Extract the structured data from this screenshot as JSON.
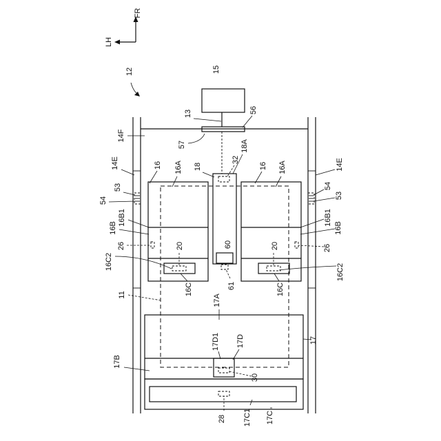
{
  "orientation": {
    "forward": "FR",
    "left": "LH"
  },
  "labels": {
    "l12": "12",
    "l15": "15",
    "l13": "13",
    "l56": "56",
    "l57": "57",
    "l14F": "14F",
    "l18": "18",
    "l32": "32",
    "l18A": "18A",
    "l14E_left": "14E",
    "l14E_right": "14E",
    "l16_left": "16",
    "l16A_left": "16A",
    "l16_right": "16",
    "l16A_right": "16A",
    "l53_left": "53",
    "l54_left": "54",
    "l54_right": "54",
    "l53_right": "53",
    "l16B1_left": "16B1",
    "l16B_left": "16B",
    "l16B1_right": "16B1",
    "l16B_right": "16B",
    "l26_left": "26",
    "l26_right": "26",
    "l16C2_left": "16C2",
    "l16C2_right": "16C2",
    "l20_left": "20",
    "l20_right": "20",
    "l60": "60",
    "l61": "61",
    "l16C_left": "16C",
    "l16C_right": "16C",
    "l11": "11",
    "l17A": "17A",
    "l17": "17",
    "l17D1": "17D1",
    "l17D": "17D",
    "l17B": "17B",
    "l30": "30",
    "l28": "28",
    "l17C1": "17C1",
    "l17C": "17C"
  }
}
